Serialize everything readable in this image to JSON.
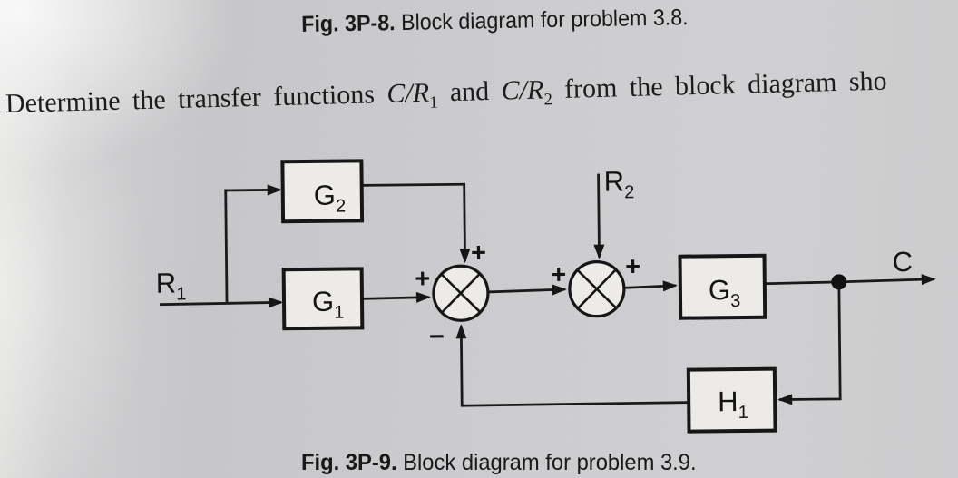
{
  "page": {
    "top_caption": {
      "prefix": "Fig. 3P-8.",
      "text": " Block diagram for problem 3.8."
    },
    "body_text": {
      "part1": "Determine the transfer functions ",
      "tf1": "C/R",
      "tf1_sub": "1",
      "part2": " and ",
      "tf2": "C/R",
      "tf2_sub": "2",
      "part3": " from the block diagram sho"
    },
    "bottom_caption": {
      "prefix": "Fig. 3P-9.",
      "text": " Block diagram for problem 3.9."
    }
  },
  "diagram": {
    "labels": {
      "r1": {
        "main": "R",
        "sub": "1"
      },
      "r2": {
        "main": "R",
        "sub": "2"
      },
      "c": {
        "main": "C"
      },
      "g1": {
        "main": "G",
        "sub": "1"
      },
      "g2": {
        "main": "G",
        "sub": "2"
      },
      "g3": {
        "main": "G",
        "sub": "3"
      },
      "h1": {
        "main": "H",
        "sub": "1"
      }
    },
    "signs": {
      "sum1_top": "+",
      "sum1_left": "+",
      "sum1_bottom": "−",
      "sum2_left": "+",
      "sum2_top": "+"
    },
    "colors": {
      "ink": "#1a1a1a",
      "block_fill": "#edebe8",
      "paper": "#cac9cb"
    }
  }
}
